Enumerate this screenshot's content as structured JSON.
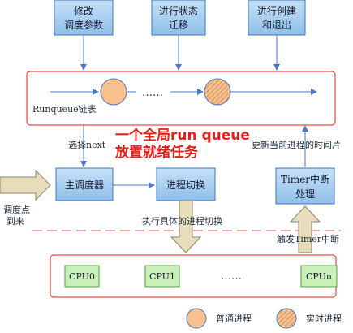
{
  "top_boxes": [
    {
      "line1": "修改",
      "line2": "调度参数"
    },
    {
      "line1": "进行状态",
      "line2": "迁移"
    },
    {
      "line1": "进行创建",
      "line2": "和退出"
    }
  ],
  "runqueue_label": "Runqueue链表",
  "dots": "……",
  "dots2": "……",
  "dots3": "……",
  "annotation": {
    "line1": "一个全局run queue",
    "line2": "放置就绪任务"
  },
  "select_next": "选择next",
  "update_time": "更新当前进程的时间片",
  "main_scheduler": "主调度器",
  "process_switch": "进程切换",
  "timer_box": {
    "line1": "Timer中断",
    "line2": "处理"
  },
  "sched_point": {
    "line1": "调度点",
    "line2": "到来"
  },
  "exec_switch": "执行具体的进程切换",
  "trigger_timer": "触发Timer中断",
  "cpus": [
    "CPU0",
    "CPU1",
    "CPUn"
  ],
  "legend": {
    "normal": "普通进程",
    "realtime": "实时进程"
  },
  "colors": {
    "box_fill": "#a9cff0",
    "box_stroke": "#3f74b8",
    "red": "#e0201b",
    "circle": "#f7c08d",
    "cpu_fill": "#c9f0b8"
  }
}
